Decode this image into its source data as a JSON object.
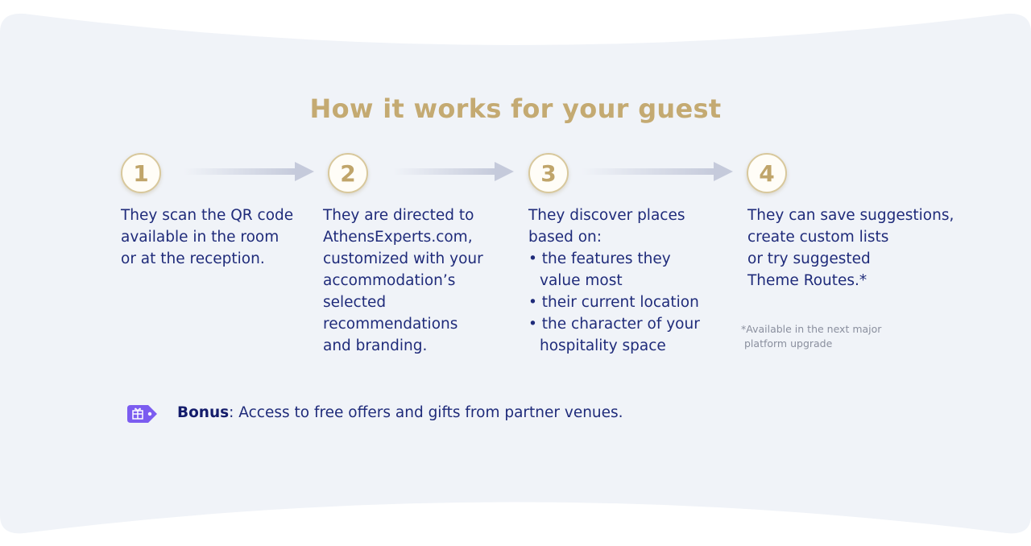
{
  "title": "How it works for your guest",
  "steps": [
    {
      "number": "1",
      "lines": [
        "They scan the QR code",
        "available in the room",
        "or at the reception."
      ]
    },
    {
      "number": "2",
      "lines": [
        "They are directed to",
        "AthensExperts.com,",
        "customized with your",
        "accommodation’s",
        "selected",
        "recommendations",
        "and branding."
      ]
    },
    {
      "number": "3",
      "lines": [
        "They discover places",
        "based on:",
        "• the features they",
        "value most",
        "• their current location",
        "• the character of your",
        "hospitality space"
      ]
    },
    {
      "number": "4",
      "lines": [
        "They can save suggestions,",
        "create custom lists",
        "or try suggested",
        "Theme Routes.*"
      ]
    }
  ],
  "footnote": [
    "*Available in the next major",
    "platform upgrade"
  ],
  "bonus": {
    "label": "Bonus",
    "text": ": Access to free offers and gifts from partner venues.",
    "icon": "gift-tag-icon"
  },
  "colors": {
    "accent": "#c4aa72",
    "text": "#1f2b7a",
    "panel": "#f0f3f8",
    "icon": "#7b5cf0"
  }
}
